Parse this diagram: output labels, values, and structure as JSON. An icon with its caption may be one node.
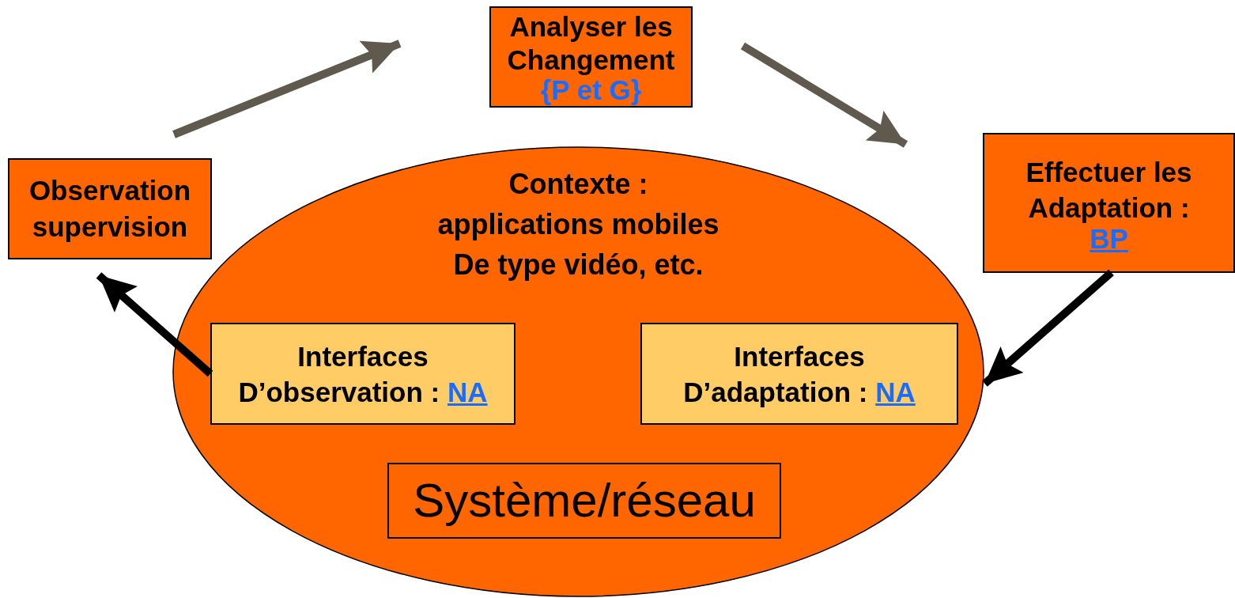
{
  "diagram": {
    "nodes": [
      {
        "text": [
          "Observation supervision"
        ]
      },
      {
        "text": [
          "Analyser les Changement",
          "{P et G}"
        ]
      },
      {
        "text": [
          "Effectuer les Adaptation :",
          "BP"
        ]
      },
      {
        "text": [
          "Contexte : applications mobiles De type vidéo, etc."
        ]
      },
      {
        "text": [
          "Interfaces D’observation :",
          "NA"
        ],
        "in": 3
      },
      {
        "text": [
          "Interfaces D’adaptation :",
          "NA"
        ],
        "in": 3
      },
      {
        "text": [
          "Système/réseau"
        ],
        "in": 3
      }
    ],
    "edges": [
      {
        "from": 0,
        "to": 1,
        "arrow": "to",
        "color": "#5f594e"
      },
      {
        "from": 1,
        "to": 2,
        "arrow": "to",
        "color": "#5f594e"
      },
      {
        "from": 2,
        "to": 3,
        "arrow": "to",
        "color": "#000000"
      },
      {
        "from": 4,
        "to": 0,
        "arrow": "to",
        "color": "#000000"
      }
    ]
  }
}
